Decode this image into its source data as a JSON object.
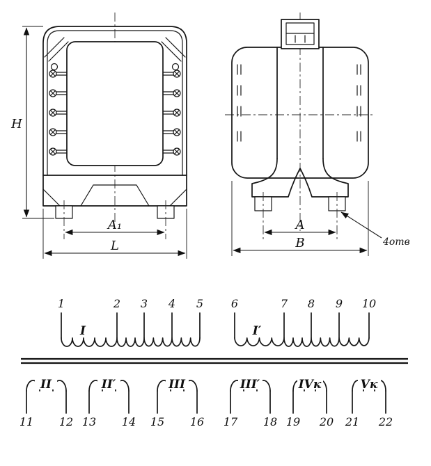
{
  "front_view": {
    "dim_height": "H",
    "dim_a1": "A₁",
    "dim_length": "L"
  },
  "side_view": {
    "dim_a": "A",
    "dim_b": "B",
    "holes_note": "4отв"
  },
  "schematic": {
    "top_windings": [
      {
        "label": "I",
        "terminals": [
          "1",
          "2",
          "3",
          "4",
          "5"
        ]
      },
      {
        "label": "I′",
        "terminals": [
          "6",
          "7",
          "8",
          "9",
          "10"
        ]
      }
    ],
    "bottom_windings": [
      {
        "label": "II",
        "terminals": [
          "11",
          "12"
        ]
      },
      {
        "label": "II′",
        "terminals": [
          "13",
          "14"
        ]
      },
      {
        "label": "III",
        "terminals": [
          "15",
          "16"
        ]
      },
      {
        "label": "III′",
        "terminals": [
          "17",
          "18"
        ]
      },
      {
        "label": "IVк",
        "terminals": [
          "19",
          "20"
        ]
      },
      {
        "label": "Vк",
        "terminals": [
          "21",
          "22"
        ]
      }
    ]
  }
}
